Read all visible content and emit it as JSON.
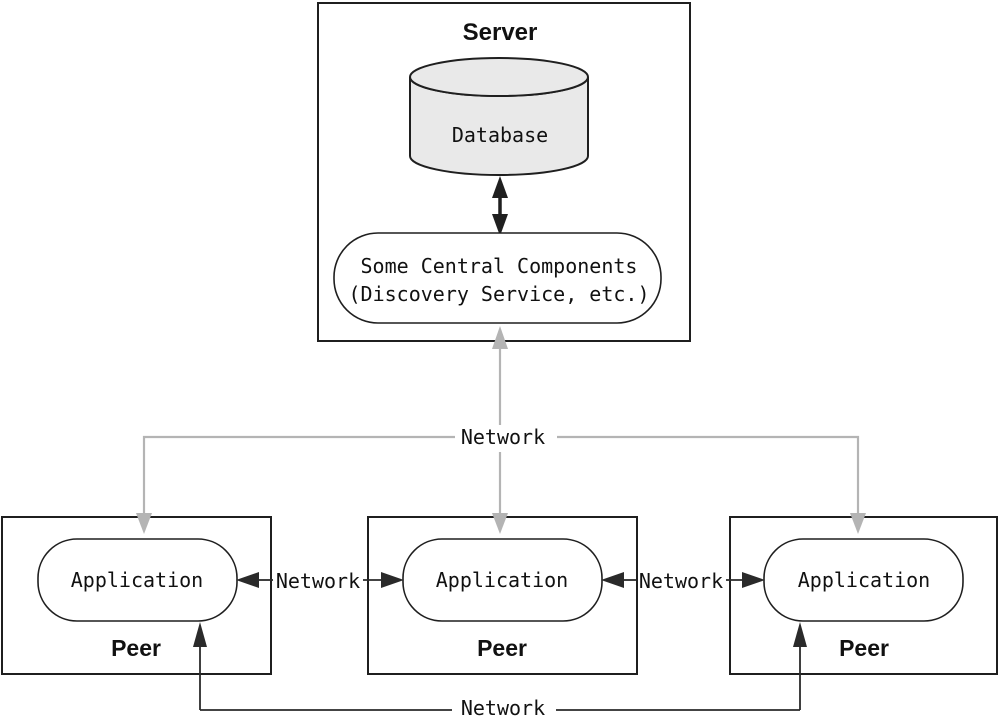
{
  "diagram": {
    "server": {
      "label": "Server",
      "database_label": "Database",
      "components_line1": "Some Central Components",
      "components_line2": "(Discovery Service, etc.)"
    },
    "network_labels": {
      "top": "Network",
      "left_mid": "Network",
      "right_mid": "Network",
      "bottom": "Network"
    },
    "peers": [
      {
        "label": "Peer",
        "app_label": "Application"
      },
      {
        "label": "Peer",
        "app_label": "Application"
      },
      {
        "label": "Peer",
        "app_label": "Application"
      }
    ],
    "colors": {
      "stroke_dark": "#1f1f1f",
      "connector_gray": "#b4b4b4",
      "connector_dark": "#2a2a2a",
      "cylinder_fill": "#e9e9e9",
      "text_color": "#111111",
      "background": "#ffffff"
    }
  }
}
